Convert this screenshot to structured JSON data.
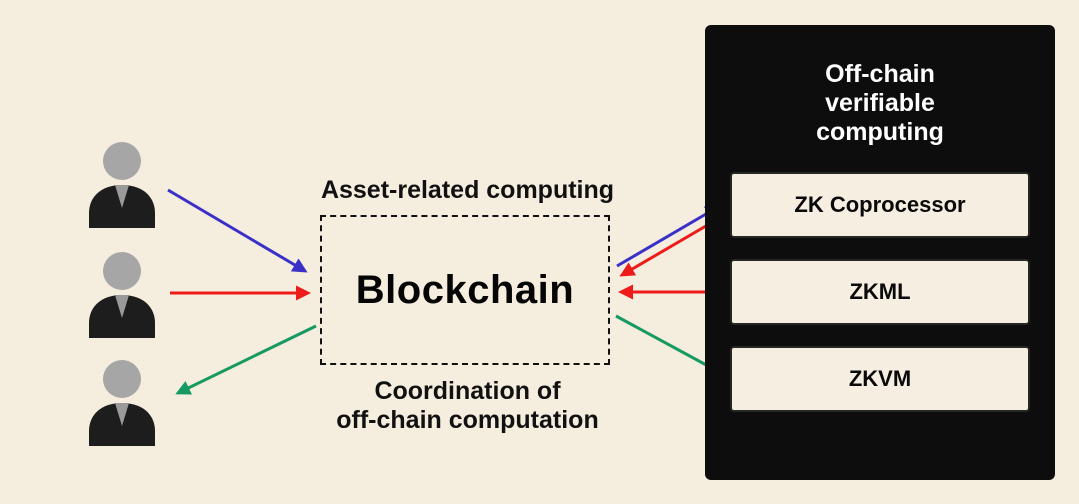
{
  "colors": {
    "background": "#f5edde",
    "panel": "#0d0d0d",
    "node_fill": "#f6efe1",
    "arrow_blue": "#3a30c8",
    "arrow_red": "#ee1b1b",
    "arrow_green": "#169a62"
  },
  "icons": {
    "user": "person-silhouette-icon"
  },
  "diagram": {
    "asset_label": "Asset-related computing",
    "blockchain_label": "Blockchain",
    "coordination_label": "Coordination of\noff-chain computation",
    "panel": {
      "title": "Off-chain\nverifiable\ncomputing",
      "items": [
        "ZK Coprocessor",
        "ZKML",
        "ZKVM"
      ]
    }
  }
}
